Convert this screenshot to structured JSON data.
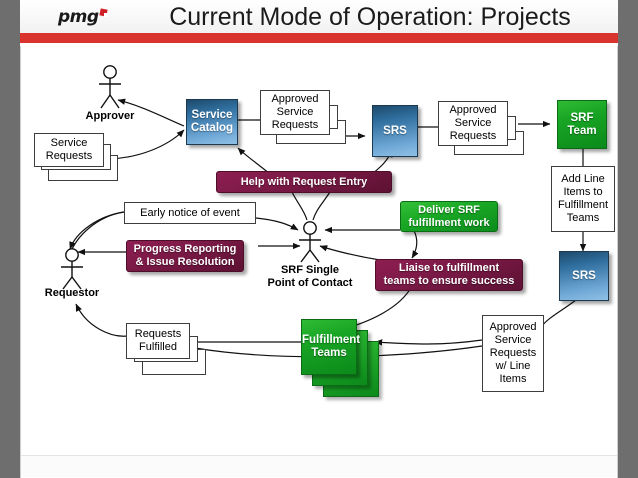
{
  "header": {
    "logo_text": "pmg",
    "logo_icon": "pmg-red-square-mark",
    "title": "Current Mode of Operation: Projects",
    "accent_red": "#d9352e",
    "page_bg": "#ffffff",
    "frame_gray": "#6e6e6e"
  },
  "diagram": {
    "type": "flow-diagram",
    "actors": [
      {
        "id": "approver",
        "name": "Approver",
        "icon": "stick-figure-actor-icon"
      },
      {
        "id": "requestor",
        "name": "Requestor",
        "icon": "stick-figure-actor-icon"
      },
      {
        "id": "srf_spoc",
        "name": "SRF Single Point of Contact",
        "name_line1": "SRF Single",
        "name_line2": "Point of Contact",
        "icon": "stick-figure-actor-icon"
      }
    ],
    "document_boxes": [
      {
        "id": "service_requests",
        "line1": "Service",
        "line2": "Requests",
        "line3": "",
        "line4": "",
        "line5": "",
        "stacked": true,
        "color": "#ffffff"
      },
      {
        "id": "approved_requests_1",
        "line1": "Approved",
        "line2": "Service",
        "line3": "Requests",
        "line4": "",
        "line5": "",
        "stacked": true,
        "color": "#ffffff"
      },
      {
        "id": "approved_requests_2",
        "line1": "Approved",
        "line2": "Service",
        "line3": "Requests",
        "line4": "",
        "line5": "",
        "stacked": true,
        "color": "#ffffff"
      },
      {
        "id": "add_line_items",
        "line1": "Add Line",
        "line2": "Items to",
        "line3": "Fulfillment",
        "line4": "Teams",
        "line5": "",
        "stacked": false,
        "color": "#ffffff"
      },
      {
        "id": "early_notice",
        "line1": "Early notice of event",
        "line2": "",
        "line3": "",
        "line4": "",
        "line5": "",
        "stacked": false,
        "color": "#ffffff"
      },
      {
        "id": "requests_fulfilled",
        "line1": "Requests",
        "line2": "Fulfilled",
        "line3": "",
        "line4": "",
        "line5": "",
        "stacked": true,
        "color": "#ffffff"
      },
      {
        "id": "approved_requests_line",
        "line1": "Approved",
        "line2": "Service",
        "line3": "Requests",
        "line4": "w/ Line",
        "line5": "Items",
        "stacked": false,
        "color": "#ffffff"
      }
    ],
    "system_boxes": [
      {
        "id": "service_catalog",
        "line1": "Service",
        "line2": "Catalog",
        "color": "#2f6e9e",
        "style": "blue"
      },
      {
        "id": "srs_top",
        "line1": "SRS",
        "line2": "",
        "color": "#2f6e9e",
        "style": "blue"
      },
      {
        "id": "srs_right",
        "line1": "SRS",
        "line2": "",
        "color": "#2f6e9e",
        "style": "blue"
      },
      {
        "id": "srf_team",
        "line1": "SRF",
        "line2": "Team",
        "color": "#18a524",
        "style": "green"
      },
      {
        "id": "fulfillment_teams",
        "line1": "Fulfillment",
        "line2": "Teams",
        "color": "#18a524",
        "style": "green-stack"
      }
    ],
    "callouts": [
      {
        "id": "help_request_entry",
        "line1": "Help with Request Entry",
        "line2": "",
        "color": "#7c1a47",
        "style": "maroon"
      },
      {
        "id": "progress_reporting",
        "line1": "Progress Reporting",
        "line2": "& Issue Resolution",
        "color": "#7c1a47",
        "style": "maroon"
      },
      {
        "id": "deliver_srf",
        "line1": "Deliver SRF",
        "line2": "fulfillment work",
        "color": "#1aa825",
        "style": "green"
      },
      {
        "id": "liaise_fulfillment",
        "line1": "Liaise to fulfillment",
        "line2": "teams to ensure success",
        "color": "#7c1a47",
        "style": "maroon"
      }
    ]
  }
}
